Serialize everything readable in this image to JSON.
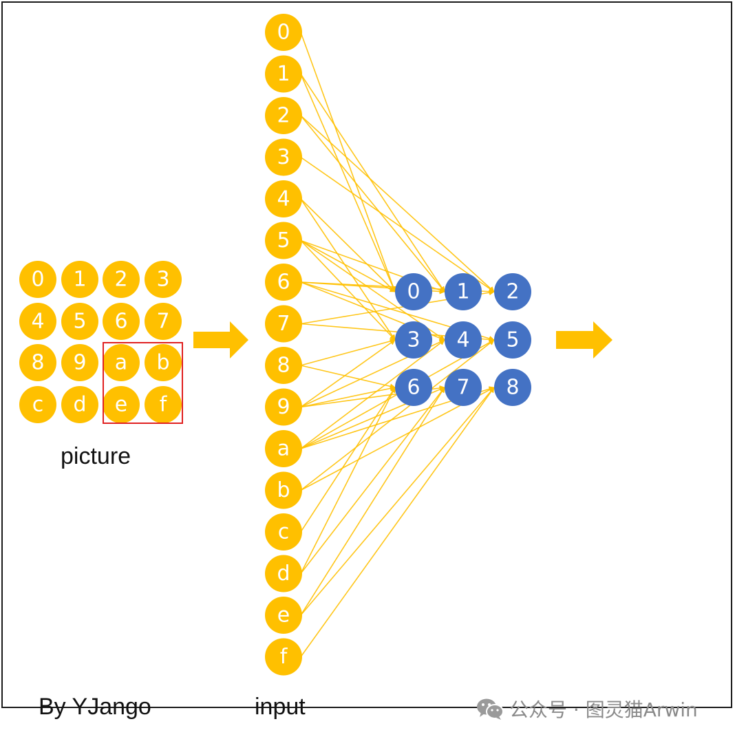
{
  "colors": {
    "input_node": "#FFC000",
    "hidden_node": "#4472C4",
    "connection": "#FFC000",
    "highlight_box": "#E02020",
    "frame": "#1a1a1a",
    "watermark": "#8a8a8a"
  },
  "picture": {
    "caption": "picture",
    "cells": [
      "0",
      "1",
      "2",
      "3",
      "4",
      "5",
      "6",
      "7",
      "8",
      "9",
      "a",
      "b",
      "c",
      "d",
      "e",
      "f"
    ],
    "highlighted": [
      "a",
      "b",
      "e",
      "f"
    ]
  },
  "input": {
    "caption": "input",
    "nodes": [
      "0",
      "1",
      "2",
      "3",
      "4",
      "5",
      "6",
      "7",
      "8",
      "9",
      "a",
      "b",
      "c",
      "d",
      "e",
      "f"
    ]
  },
  "output_grid": {
    "nodes": [
      "0",
      "1",
      "2",
      "3",
      "4",
      "5",
      "6",
      "7",
      "8"
    ],
    "receptive_fields": [
      [
        "0",
        "1",
        "4",
        "5"
      ],
      [
        "1",
        "2",
        "5",
        "6"
      ],
      [
        "2",
        "3",
        "6",
        "7"
      ],
      [
        "4",
        "5",
        "8",
        "9"
      ],
      [
        "5",
        "6",
        "9",
        "a"
      ],
      [
        "6",
        "7",
        "a",
        "b"
      ],
      [
        "8",
        "9",
        "c",
        "d"
      ],
      [
        "9",
        "a",
        "d",
        "e"
      ],
      [
        "a",
        "b",
        "e",
        "f"
      ]
    ]
  },
  "credit": "By YJango",
  "watermark": {
    "icon": "wechat-icon",
    "text": "公众号 · 图灵猫Arwin"
  }
}
